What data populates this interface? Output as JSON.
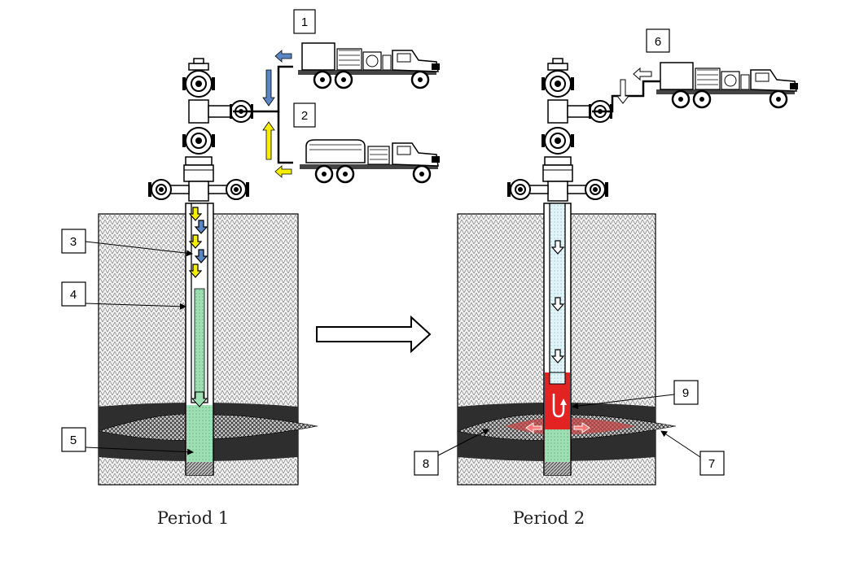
{
  "periods": [
    {
      "label": "Period 1"
    },
    {
      "label": "Period 2"
    }
  ],
  "callouts": [
    "1",
    "2",
    "3",
    "4",
    "5",
    "6",
    "7",
    "8",
    "9"
  ],
  "colors": {
    "rock": "#e8e8e8",
    "formation": "#3a3a3a",
    "acid": "#8fd6a8",
    "fluid": "#d8eef2",
    "hot_zone": "#e32222",
    "arrow_blue": "#5b86c4",
    "arrow_yellow": "#f6ee00"
  },
  "icons": [
    "wellhead-icon",
    "pump-truck-icon",
    "tank-truck-icon",
    "flow-arrow-icon"
  ]
}
